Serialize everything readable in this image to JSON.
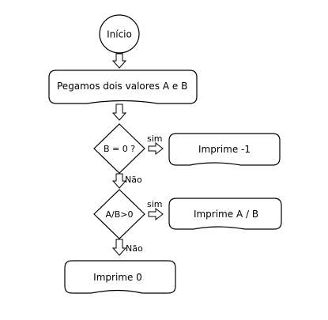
{
  "flowchart": {
    "start": {
      "label": "Início"
    },
    "input": {
      "label": "Pegamos dois valores A e B"
    },
    "decision_1": {
      "label": "B = 0 ?",
      "yes_label": "sim",
      "no_label": "Não"
    },
    "output_1": {
      "label": "Imprime -1"
    },
    "decision_2": {
      "label": "A/B>0",
      "yes_label": "sim",
      "no_label": "Não"
    },
    "output_2": {
      "label": "Imprime A / B"
    },
    "output_3": {
      "label": "Imprime 0"
    }
  }
}
